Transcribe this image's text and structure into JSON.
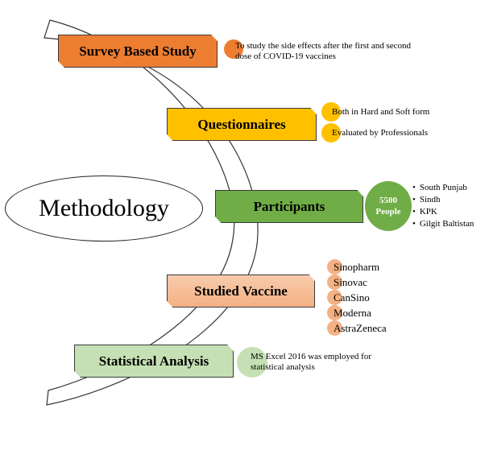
{
  "center_title": "Methodology",
  "steps": [
    {
      "label": "Survey Based Study",
      "fill": "#ed7d31",
      "notes": [
        "To study the side effects after the first and second",
        "dose of COVID-19 vaccines"
      ],
      "note_dot_color": "#ed7d31"
    },
    {
      "label": "Questionnaires",
      "fill": "#ffc000",
      "notes": [
        "Both in Hard and Soft form",
        "Evaluated by Professionals"
      ],
      "note_dot_color": "#ffc000"
    },
    {
      "label": "Participants",
      "fill": "#70ad47",
      "bubble": {
        "line1": "5500",
        "line2": "People",
        "color": "#70ad47"
      },
      "bullets": [
        "South Punjab",
        "Sindh",
        "KPK",
        "Gilgit Baltistan"
      ]
    },
    {
      "label": "Studied Vaccine",
      "fill": "#f8cbad",
      "vaccines": [
        "Sinopharm",
        "Sinovac",
        "CanSino",
        "Moderna",
        "AstraZeneca"
      ],
      "note_dot_color": "#f4b183"
    },
    {
      "label": "Statistical Analysis",
      "fill": "#c5e0b4",
      "notes": [
        "MS Excel 2016 was employed for",
        "statistical analysis"
      ],
      "note_dot_color": "#a9d18e"
    }
  ]
}
